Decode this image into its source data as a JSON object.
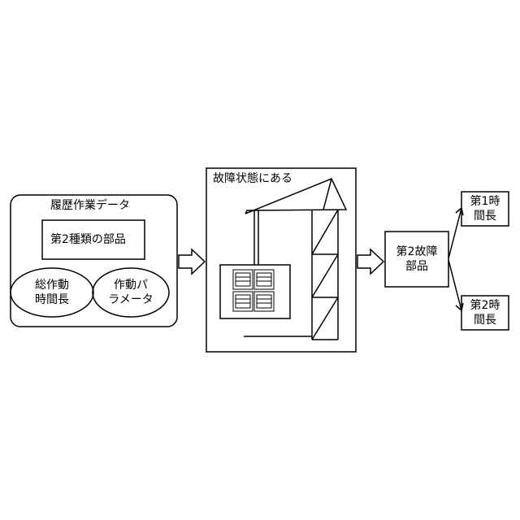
{
  "history": {
    "title": "履歴作業データ",
    "part_box": "第2種類の部品",
    "ellipse_total": [
      "総作動",
      "時間長"
    ],
    "ellipse_param": [
      "作動パ",
      "ラメータ"
    ]
  },
  "fault": {
    "title": "故障状態にある"
  },
  "part2": {
    "label": [
      "第2故障",
      "部品"
    ]
  },
  "outputs": {
    "first": [
      "第1時",
      "間長"
    ],
    "second": [
      "第2時",
      "間長"
    ]
  }
}
